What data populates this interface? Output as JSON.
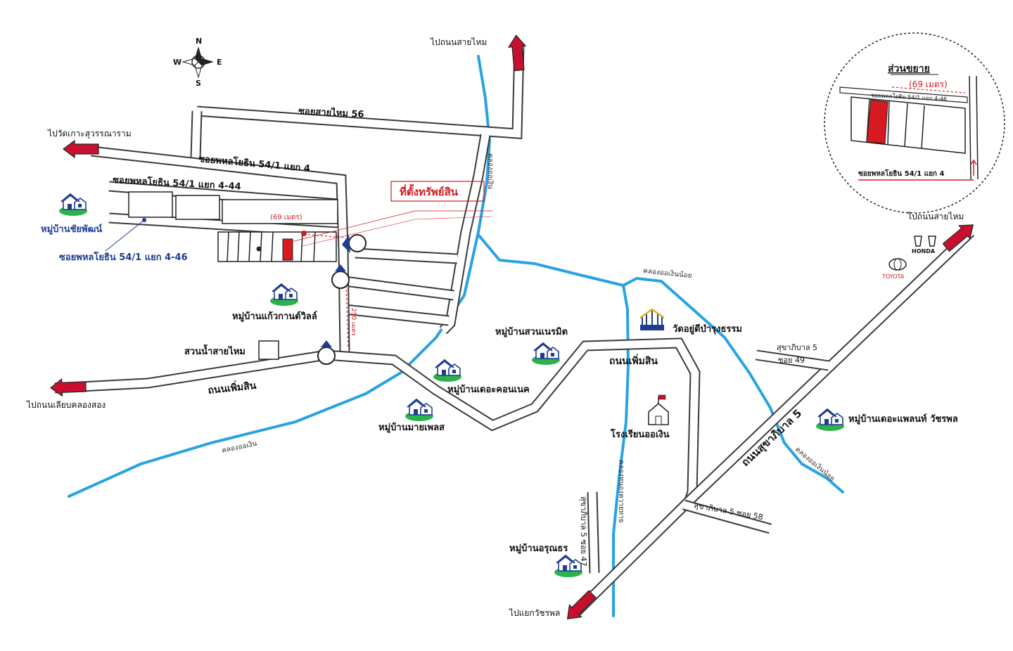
{
  "compass": {
    "n": "N",
    "s": "S",
    "e": "E",
    "w": "W"
  },
  "roads": {
    "soi_saimai_56": "ซอยสายไหม 56",
    "soi_54_1_yaek_4": "ซอยพหลโยธิน 54/1 แยก 4",
    "soi_54_1_yaek_4_44": "ซอยพหลโยธิน 54/1 แยก 4-44",
    "soi_54_1_yaek_4_46": "ซอยพหลโยธิน 54/1 แยก 4-46",
    "thanon_phoemsin_left": "ถนนเพิ่มสิน",
    "thanon_phoemsin_mid": "ถนนเพิ่มสิน",
    "sukhaphiban_5": "ถนนสุขาภิบาล 5",
    "sukhaphiban_5_soi_49_a": "สุขาภิบาล 5",
    "sukhaphiban_5_soi_49_b": "ซอย 49",
    "sukhaphiban_5_soi_58": "สุขาภิบาล 5 ซอย 58",
    "sukhaphiban_5_soi_47": "สุขาภิบาล 5 ซอย 47"
  },
  "directions": {
    "to_saimai_top": "ไปถนนสายไหม",
    "to_wat_koh": "ไปวัดเกาะสุวรรณาราม",
    "to_liap_khlong_song": "ไปถนนเลียบคลองสอง",
    "to_saimai_right": "ไปถนนสายไหม",
    "to_watcharaphon": "ไปแยกวัชรพล"
  },
  "canals": {
    "khlong_ok_ngoen_top": "คลองออเงิน",
    "khlong_ok_ngoen_bottom": "คลองออเงิน",
    "khlong_ok_ngoen_noi_top": "คลองออเงินน้อย",
    "khlong_ok_ngoen_noi_right": "คลองออเงินน้อย",
    "khlong_nong_khwai_hai": "คลองหนองควายหาย"
  },
  "places": {
    "property_location": "ที่ตั้งทรัพย์สิน",
    "distance_69": "(69 เมตร)",
    "distance_250": "250 เมตร",
    "mooban_chaiyaphat": "หมู่บ้านชัยพัฒน์",
    "mooban_kaewkarn": "หมู่บ้านแก้วกานต์วิลล์",
    "suan_nam_saimai": "สวนน้ำสายไหม",
    "mooban_suan_neramit": "หมู่บ้านสวนเนรมิต",
    "mooban_the_connect": "หมู่บ้านเดอะคอนเนค",
    "mooban_my_place": "หมู่บ้านมายเพลส",
    "wat_yudi": "วัดอยู่ดีบำรุงธรรม",
    "rongrian_ok_ngoen": "โรงเรียนออเงิน",
    "mooban_the_plant": "หมู่บ้านเดอะแพลนท์ วัชรพล",
    "mooban_arunthon": "หมู่บ้านอรุณธร",
    "honda": "HONDA",
    "toyota": "TOYOTA"
  },
  "inset": {
    "title": "ส่วนขยาย",
    "distance": "(69 เมตร)",
    "road_top": "ซอยพหลโยธิน 54/1 แยก 4-46",
    "road_bottom": "ซอยพหลโยธิน 54/1 แยก 4"
  },
  "colors": {
    "canal": "#29a3e0",
    "property": "#d71920",
    "arrow": "#c8102e",
    "village_text": "#1e3d8f"
  }
}
